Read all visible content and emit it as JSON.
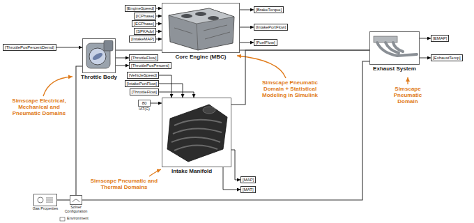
{
  "diagram": {
    "nodes": [
      {
        "text": [
          "[ThrottlePosPercentDemd]"
        ]
      },
      {
        "text": [
          "Throttle Body"
        ]
      },
      {
        "text": [
          "[ThrottleFlow]"
        ]
      },
      {
        "text": [
          "[ThrottlePosPercent]"
        ]
      },
      {
        "text": [
          "[EngineSpeed]"
        ]
      },
      {
        "text": [
          "[ICPhase]"
        ]
      },
      {
        "text": [
          "[ECPhase]"
        ]
      },
      {
        "text": [
          "[SPKAdv]"
        ]
      },
      {
        "text": [
          "[IntakeMAP]"
        ]
      },
      {
        "text": [
          "Core Engine (MBC)"
        ]
      },
      {
        "text": [
          "[BrakeTorque]"
        ]
      },
      {
        "text": [
          "[IntakePortFlow]"
        ]
      },
      {
        "text": [
          "[FuelFlow]"
        ]
      },
      {
        "text": [
          "Exhaust System"
        ]
      },
      {
        "text": [
          "[EMAP]"
        ]
      },
      {
        "text": [
          "[ExhaustTemp]"
        ]
      },
      {
        "text": [
          "[VehicleSpeed]"
        ]
      },
      {
        "text": [
          "[IntakePortFlow]"
        ]
      },
      {
        "text": [
          "[ThrottleFlow]"
        ]
      },
      {
        "text": [
          "80",
          "IAT(C)"
        ]
      },
      {
        "text": [
          "Intake Manifold"
        ]
      },
      {
        "text": [
          "[MAP]"
        ]
      },
      {
        "text": [
          "[MAT]"
        ]
      },
      {
        "text": [
          "Gas Properties"
        ]
      },
      {
        "text": [
          "Solver Configuration"
        ]
      },
      {
        "text": [
          "Environment"
        ]
      }
    ],
    "edges": [
      {
        "from": 0,
        "to": 1,
        "arrow": "to"
      },
      {
        "from": 1,
        "to": 2,
        "arrow": "to"
      },
      {
        "from": 1,
        "to": 3,
        "arrow": "to"
      },
      {
        "from": 4,
        "to": 9,
        "arrow": "to"
      },
      {
        "from": 5,
        "to": 9,
        "arrow": "to"
      },
      {
        "from": 6,
        "to": 9,
        "arrow": "to"
      },
      {
        "from": 7,
        "to": 9,
        "arrow": "to"
      },
      {
        "from": 8,
        "to": 9,
        "arrow": "to"
      },
      {
        "from": 9,
        "to": 10,
        "arrow": "to"
      },
      {
        "from": 9,
        "to": 11,
        "arrow": "to"
      },
      {
        "from": 9,
        "to": 12,
        "arrow": "to"
      },
      {
        "from": 13,
        "to": 14,
        "arrow": "to"
      },
      {
        "from": 13,
        "to": 15,
        "arrow": "to"
      },
      {
        "from": 16,
        "to": 20,
        "arrow": "to"
      },
      {
        "from": 17,
        "to": 20,
        "arrow": "to"
      },
      {
        "from": 18,
        "to": 20,
        "arrow": "to"
      },
      {
        "from": 19,
        "to": 20,
        "arrow": "to"
      },
      {
        "from": 20,
        "to": 21,
        "arrow": "to"
      },
      {
        "from": 20,
        "to": 22,
        "arrow": "to"
      },
      {
        "from": 1,
        "to": 9,
        "arrow": "none"
      },
      {
        "from": 9,
        "to": 13,
        "arrow": "none"
      },
      {
        "from": 20,
        "to": 13,
        "arrow": "none"
      },
      {
        "from": 24,
        "to": 1,
        "arrow": "none"
      },
      {
        "from": 23,
        "to": 24,
        "arrow": "none"
      },
      {
        "from": 24,
        "to": 13,
        "arrow": "none"
      }
    ],
    "labels": [
      "Simscape Electrical, Mechanical and Pneumatic Domains",
      "Simscape Pneumatic Domain + Statistical Modeling in Simulink",
      "Simscape Pneumatic and Thermal Domains",
      "Simscape Pneumatic Domain"
    ]
  }
}
